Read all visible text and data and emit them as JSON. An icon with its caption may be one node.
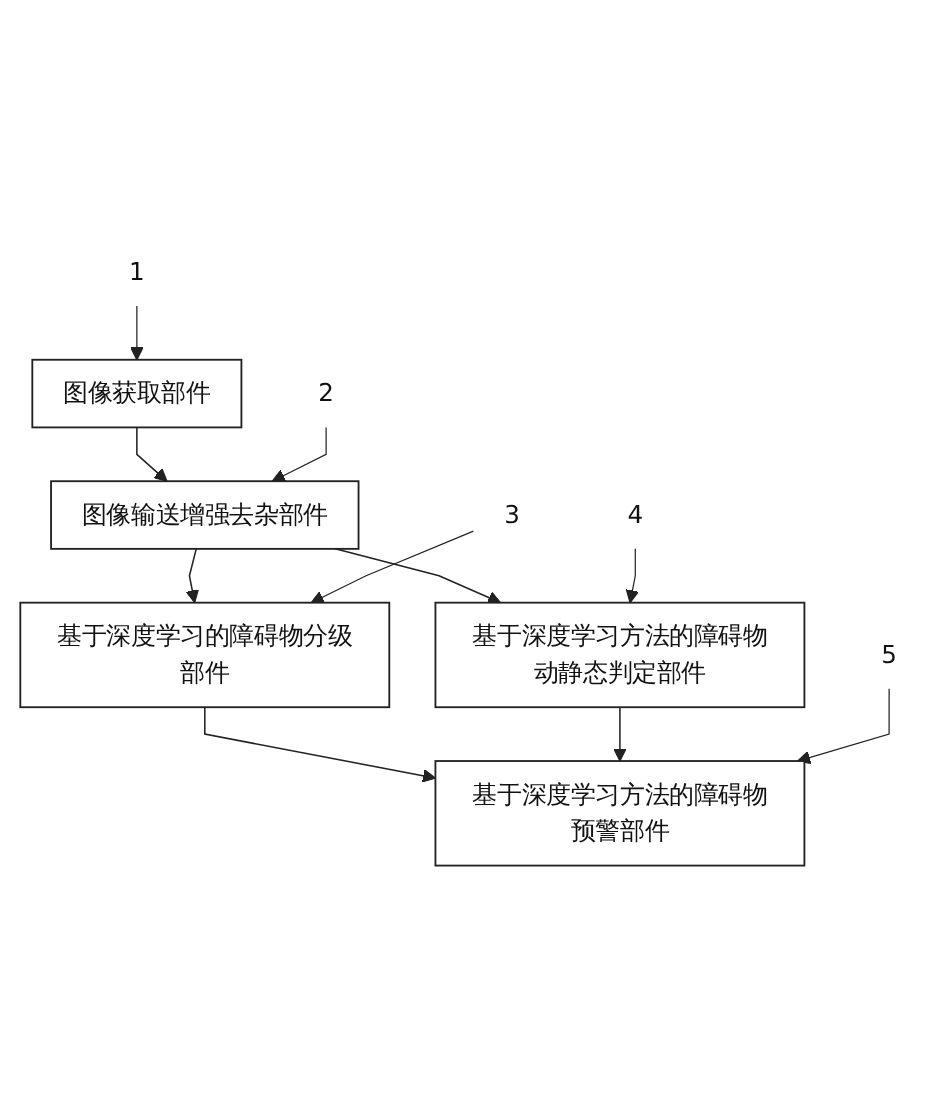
{
  "diagram": {
    "nodes": [
      {
        "text": [
          "1"
        ]
      },
      {
        "text": [
          "图像获取部件"
        ]
      },
      {
        "text": [
          "2"
        ]
      },
      {
        "text": [
          "图像输送增强去杂部件"
        ]
      },
      {
        "text": [
          "3"
        ]
      },
      {
        "text": [
          "4"
        ]
      },
      {
        "text": [
          "基于深度学习的障碍物分级部件"
        ]
      },
      {
        "text": [
          "基于深度学习方法的障碍物动静态判定部件"
        ]
      },
      {
        "text": [
          "5"
        ]
      },
      {
        "text": [
          "基于深度学习方法的障碍物预警部件"
        ]
      }
    ],
    "edges": [
      {
        "from": 0,
        "to": 1,
        "arrow": "to"
      },
      {
        "from": 1,
        "to": 3,
        "arrow": "to"
      },
      {
        "from": 2,
        "to": 3,
        "arrow": "to"
      },
      {
        "from": 3,
        "to": 6,
        "arrow": "to"
      },
      {
        "from": 3,
        "to": 7,
        "arrow": "to"
      },
      {
        "from": 4,
        "to": 6,
        "arrow": "to"
      },
      {
        "from": 5,
        "to": 7,
        "arrow": "to"
      },
      {
        "from": 6,
        "to": 9,
        "arrow": "to"
      },
      {
        "from": 7,
        "to": 9,
        "arrow": "to"
      },
      {
        "from": 8,
        "to": 9,
        "arrow": "to"
      }
    ]
  }
}
